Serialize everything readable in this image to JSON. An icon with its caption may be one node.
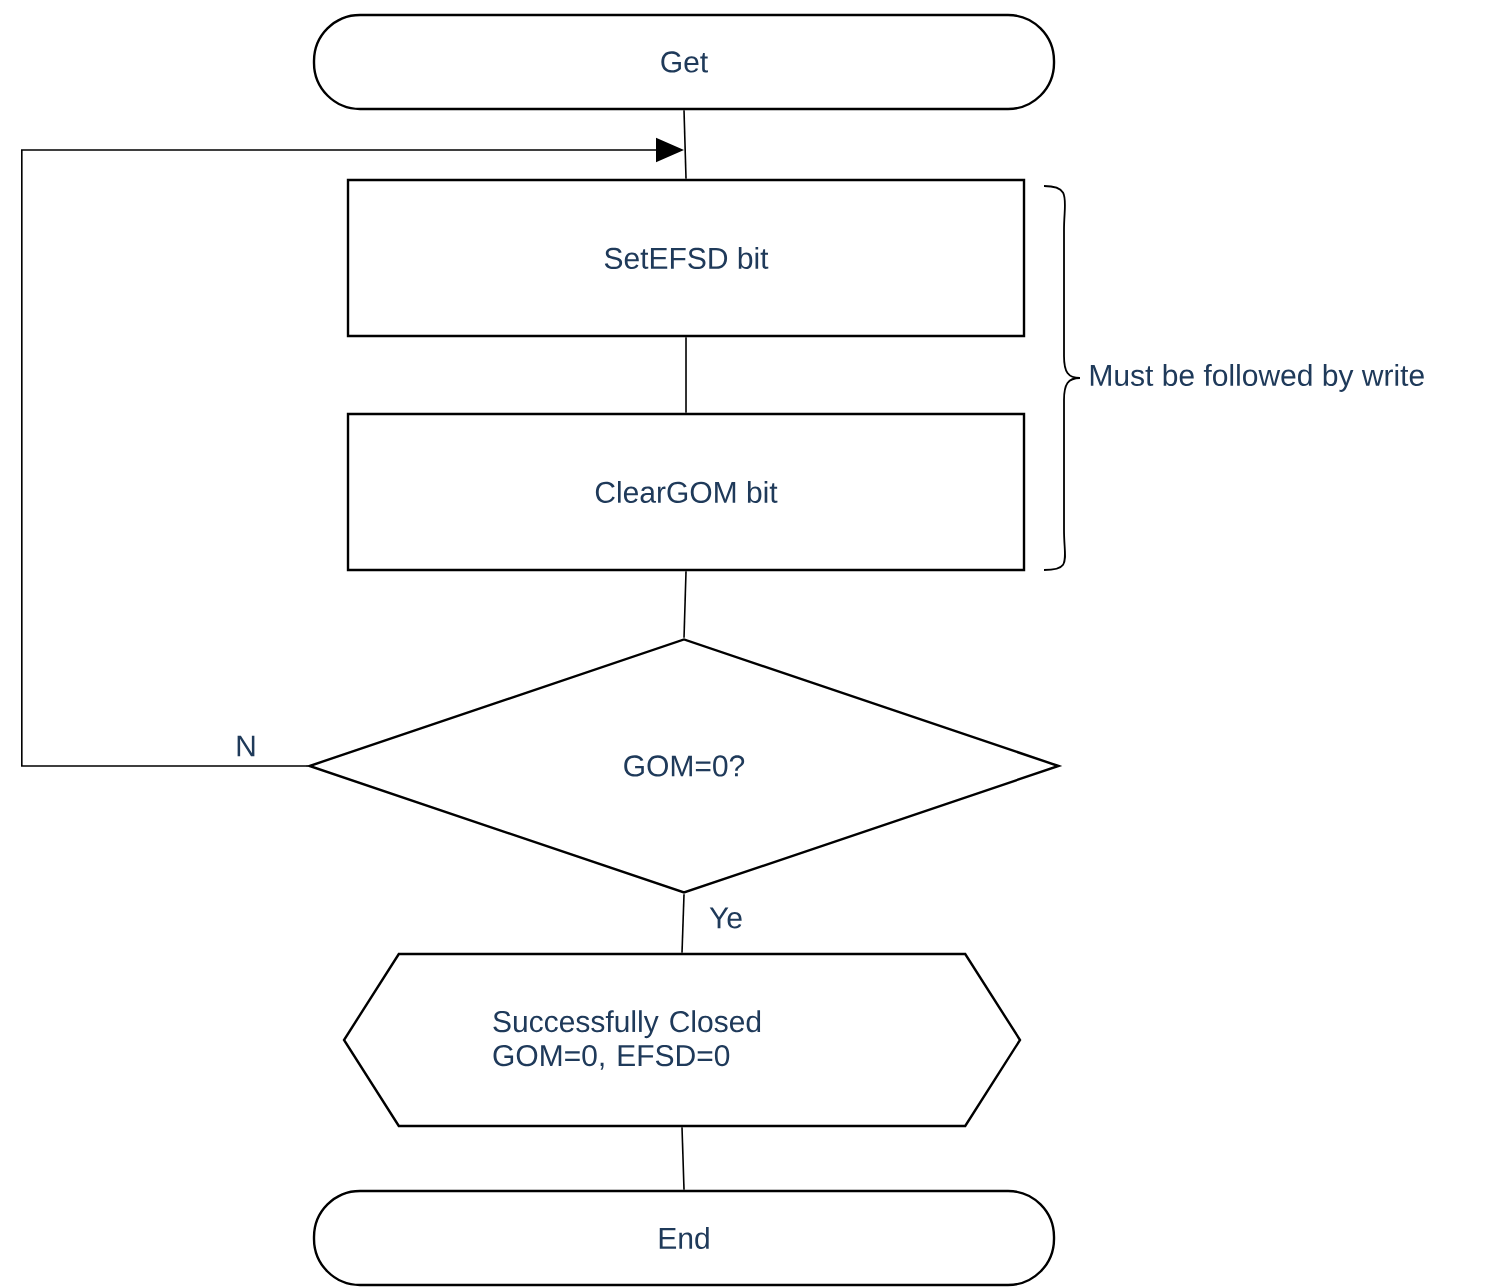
{
  "diagram": {
    "nodes": [
      {
        "text": [
          "Get"
        ]
      },
      {
        "text": [
          "SetEFSD bit"
        ]
      },
      {
        "text": [
          "ClearGOM bit"
        ]
      },
      {
        "text": [
          "GOM=0?"
        ]
      },
      {
        "text": [
          "Successfully Closed GOM=0, EFSD=0"
        ]
      },
      {
        "text": [
          "End"
        ]
      }
    ],
    "edges": [
      {
        "from": 0,
        "to": 1,
        "arrow": "none"
      },
      {
        "from": 1,
        "to": 2,
        "arrow": "none"
      },
      {
        "from": 2,
        "to": 3,
        "arrow": "none"
      },
      {
        "from": 3,
        "to": 1,
        "arrow": "to",
        "label": "N"
      },
      {
        "from": 3,
        "to": 4,
        "arrow": "none",
        "label": "Ye"
      },
      {
        "from": 4,
        "to": 5,
        "arrow": "none"
      }
    ],
    "labels": [
      "Must be followed by write"
    ]
  }
}
